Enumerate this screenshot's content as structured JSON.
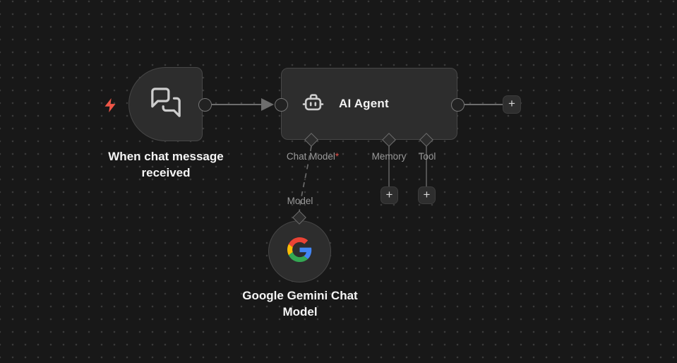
{
  "nodes": {
    "trigger": {
      "title": "When chat message received",
      "icon": "chat-bubbles-icon"
    },
    "agent": {
      "title": "AI Agent",
      "icon": "robot-icon",
      "ports": [
        {
          "label": "Chat Model",
          "required_marker": "*"
        },
        {
          "label": "Memory"
        },
        {
          "label": "Tool"
        }
      ]
    },
    "gemini": {
      "title": "Google Gemini Chat Model",
      "port_label": "Model",
      "icon": "google-g-icon"
    }
  },
  "buttons": {
    "add_memory": "+",
    "add_tool": "+",
    "add_next": "+"
  },
  "colors": {
    "canvas_bg": "#181818",
    "node_bg": "#2d2d2d",
    "trigger_accent": "#ee5647",
    "required_red": "#e0504a",
    "google_blue": "#4285F4",
    "google_green": "#34A853",
    "google_yellow": "#FBBC05",
    "google_red": "#EA4335"
  }
}
